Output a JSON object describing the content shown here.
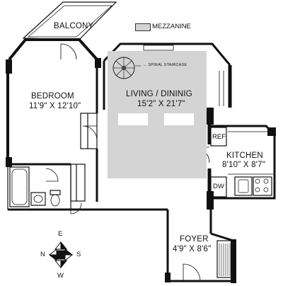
{
  "legend": {
    "label": "MEZZANINE",
    "swatch_color": "#d4d4d4"
  },
  "rooms": {
    "balcony": {
      "name": "BALCONY"
    },
    "bedroom": {
      "name": "BEDROOM",
      "dims": "11'9\" X 12'10\""
    },
    "living": {
      "name": "LIVING / DININIG",
      "dims": "15'2\" X 21'7\""
    },
    "kitchen": {
      "name": "KITCHEN",
      "dims": "8'10\" X 8'7\""
    },
    "foyer": {
      "name": "FOYER",
      "dims": "4'9\" X 8'6\""
    }
  },
  "fixtures": {
    "spiral_staircase": "SPIRAL STAIRCASE",
    "ref": "REF",
    "dw": "DW"
  },
  "compass": {
    "n": "N",
    "e": "E",
    "s": "S",
    "w": "W"
  }
}
